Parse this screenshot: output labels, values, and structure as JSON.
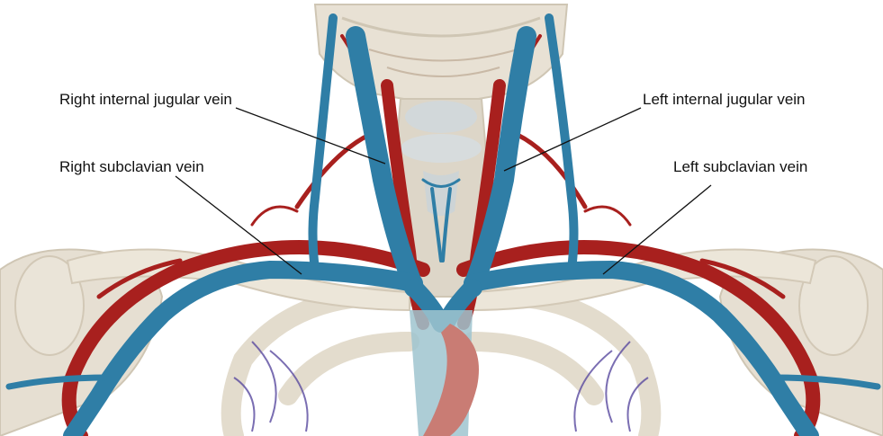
{
  "labels": {
    "right_internal_jugular": "Right internal jugular vein",
    "right_subclavian": "Right subclavian vein",
    "left_internal_jugular": "Left internal jugular vein",
    "left_subclavian": "Left subclavian vein"
  },
  "colors": {
    "background": "#ffffff",
    "vein": "#2f7ea6",
    "vein_dark": "#1d5f82",
    "artery": "#a8201e",
    "bone": "#e8e1d4",
    "bone_shadow": "#cfc6b4",
    "small_vessel": "#5a4aa0",
    "leader_line": "#111111"
  }
}
